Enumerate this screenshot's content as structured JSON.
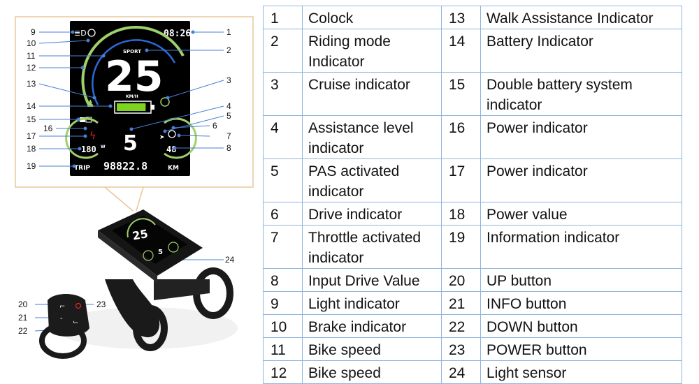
{
  "display": {
    "clock": "08:26",
    "riding_mode": "SPORT",
    "speed": "25",
    "speed_unit": "KM/H",
    "assist_level": "5",
    "power_value": "180",
    "power_unit": "W",
    "input_drive_value": "48",
    "trip_label": "TRIP",
    "trip_value": "98822.8",
    "trip_unit": "KM",
    "battery_level": 0.9
  },
  "mini_display": {
    "speed": "25",
    "assist_level": "5"
  },
  "callouts": [
    "1",
    "2",
    "3",
    "4",
    "5",
    "6",
    "7",
    "8",
    "9",
    "10",
    "11",
    "12",
    "13",
    "14",
    "15",
    "16",
    "17",
    "18",
    "19",
    "20",
    "21",
    "22",
    "23",
    "24"
  ],
  "legend": [
    {
      "n1": "1",
      "l1": "Colock",
      "n2": "13",
      "l2": "Walk Assistance Indicator"
    },
    {
      "n1": "2",
      "l1": "Riding mode Indicator",
      "n2": "14",
      "l2": "Battery Indicator"
    },
    {
      "n1": "3",
      "l1": "Cruise indicator",
      "n2": "15",
      "l2": "Double battery system indicator"
    },
    {
      "n1": "4",
      "l1": "Assistance level indicator",
      "n2": "16",
      "l2": "Power indicator"
    },
    {
      "n1": "5",
      "l1": "PAS activated indicator",
      "n2": "17",
      "l2": "Power indicator"
    },
    {
      "n1": "6",
      "l1": "Drive indicator",
      "n2": "18",
      "l2": "Power value"
    },
    {
      "n1": "7",
      "l1": "Throttle activated indicator",
      "n2": "19",
      "l2": "Information indicator"
    },
    {
      "n1": "8",
      "l1": "Input Drive Value",
      "n2": "20",
      "l2": "UP button"
    },
    {
      "n1": "9",
      "l1": "Light indicator",
      "n2": "21",
      "l2": "INFO button"
    },
    {
      "n1": "10",
      "l1": "Brake indicator",
      "n2": "22",
      "l2": "DOWN button"
    },
    {
      "n1": "11",
      "l1": "Bike speed",
      "n2": "23",
      "l2": "POWER button"
    },
    {
      "n1": "12",
      "l1": "Bike speed",
      "n2": "24",
      "l2": "Light sensor"
    }
  ],
  "colors": {
    "screen_bg": "#000000",
    "speed_arc": "#9fd06a",
    "battery_fill": "#7ed321",
    "power_red": "#e8241c",
    "callout_box": "#e8c79a",
    "table_border": "#8fb4df"
  }
}
